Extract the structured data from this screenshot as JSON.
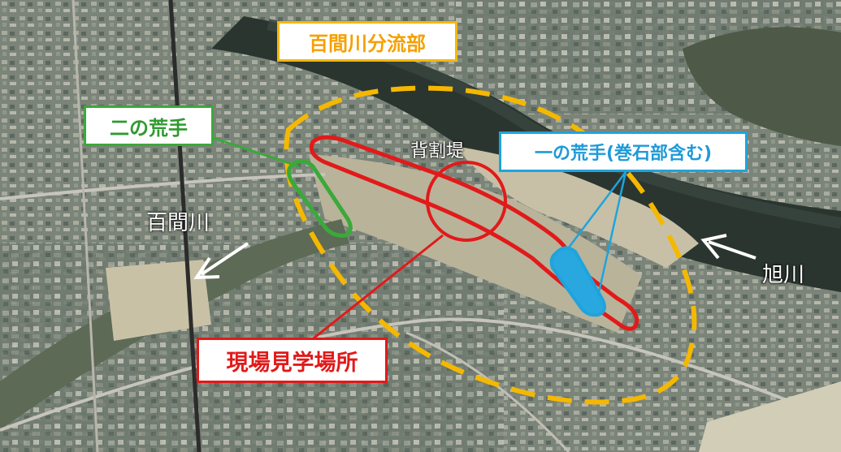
{
  "labels": {
    "branch": "百間川分流部",
    "ninoarate": "二の荒手",
    "ichinoarate": "一の荒手(巻石部含む)",
    "haiwaritei": "背割堤",
    "hyakkengawa": "百間川",
    "asahigawa": "旭川",
    "site_visit": "現場見学場所"
  },
  "colors": {
    "green": "#3aa93a",
    "blue": "#1ea4dc",
    "red": "#e11a1a",
    "yellow": "#f5b800"
  },
  "icons": {
    "flow_hyakkengawa": "arrow-down-left-icon",
    "flow_asahigawa": "arrow-up-left-icon"
  }
}
